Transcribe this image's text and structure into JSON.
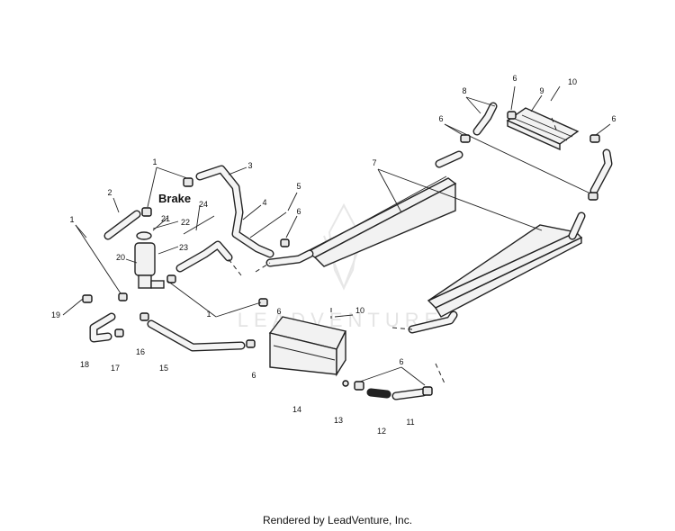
{
  "diagram": {
    "brake_label": "Brake",
    "watermark": "LEADVENTURE",
    "callouts": [
      "1",
      "1",
      "1",
      "2",
      "3",
      "4",
      "5",
      "6",
      "6",
      "6",
      "6",
      "6",
      "6",
      "6",
      "7",
      "8",
      "9",
      "10",
      "10",
      "11",
      "12",
      "13",
      "14",
      "15",
      "16",
      "17",
      "18",
      "19",
      "20",
      "21",
      "22",
      "23",
      "24"
    ]
  },
  "footer": {
    "credit": "Rendered by LeadVenture, Inc."
  }
}
